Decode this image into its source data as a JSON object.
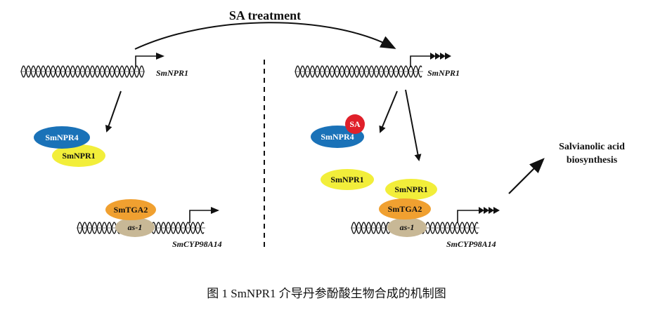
{
  "treatment_label": "SA treatment",
  "genes": {
    "npr1": "SmNPR1",
    "cyp": "SmCYP98A14"
  },
  "proteins": {
    "npr4": "SmNPR4",
    "npr1": "SmNPR1",
    "tga2": "SmTGA2",
    "sa": "SA"
  },
  "promoter_element": "as-1",
  "outcome": {
    "line1": "Salvianolic acid",
    "line2": "biosynthesis"
  },
  "caption": "图 1 SmNPR1 介导丹参酚酸生物合成的机制图",
  "colors": {
    "npr4": "#1a72b8",
    "npr1": "#f2ee3a",
    "tga2": "#f0a030",
    "sa": "#e0202a",
    "as1": "#c8b896",
    "arrow": "#111111"
  }
}
